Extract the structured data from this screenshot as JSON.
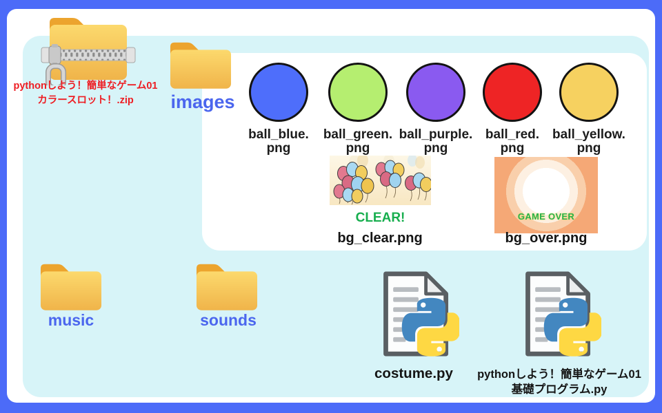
{
  "colors": {
    "frame_blue": "#4c6bf8",
    "panel_cyan": "#d7f4f8",
    "panel_white": "#ffffff",
    "folder_yellow": "#f5bc4a",
    "folder_tab_orange": "#eca42e",
    "label_blue": "#4b66ee",
    "zip_label_red": "#ee1d23",
    "text_black": "#151515",
    "success_green": "#17ae4e",
    "bg_over_orange": "#f5a876",
    "python_blue": "#4387c0",
    "python_yellow": "#fed843"
  },
  "zip_file": {
    "name_line1": "pythonしよう！簡単なゲーム01",
    "name_line2": "カラースロット！.zip"
  },
  "folders": {
    "images": "images",
    "music": "music",
    "sounds": "sounds"
  },
  "images_panel": {
    "balls": [
      {
        "line1": "ball_blue.",
        "line2": "png",
        "color": "#4e6efb"
      },
      {
        "line1": "ball_green.",
        "line2": "png",
        "color": "#b5ee70"
      },
      {
        "line1": "ball_purple.",
        "line2": "png",
        "color": "#8a5af0"
      },
      {
        "line1": "ball_red.",
        "line2": "png",
        "color": "#ee2425"
      },
      {
        "line1": "ball_yellow.",
        "line2": "png",
        "color": "#f6d160"
      }
    ],
    "bg_clear": {
      "caption": "CLEAR!",
      "filename": "bg_clear.png"
    },
    "bg_over": {
      "caption": "GAME OVER",
      "filename": "bg_over.png"
    }
  },
  "python_files": [
    {
      "name_line1": "costume.py",
      "name_line2": ""
    },
    {
      "name_line1": "pythonしよう！簡単なゲーム01",
      "name_line2": "基礎プログラム.py"
    }
  ]
}
